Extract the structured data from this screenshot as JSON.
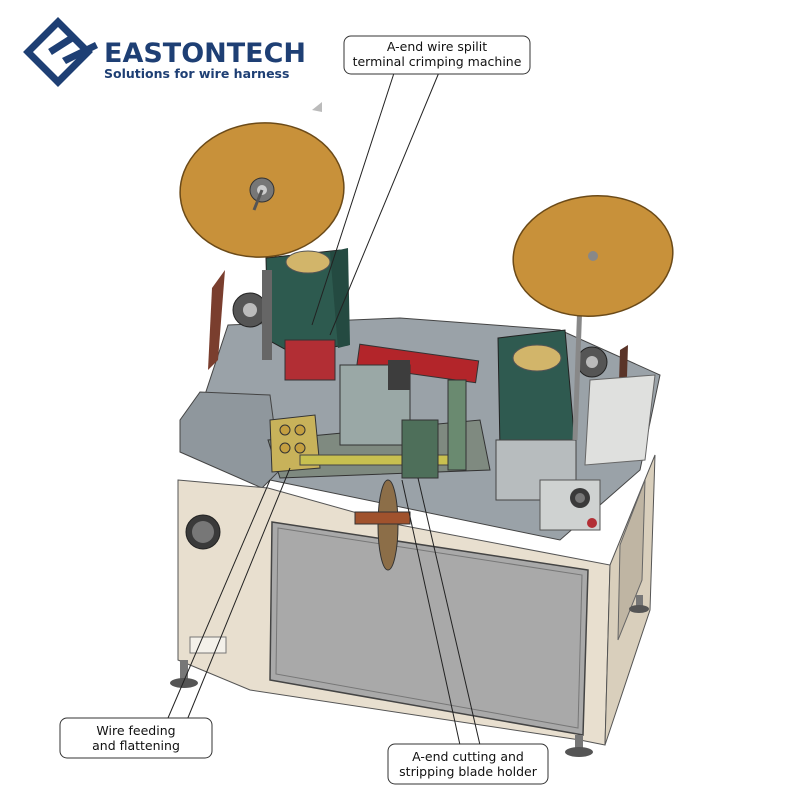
{
  "brand": {
    "name": "EASTONTECH",
    "tagline": "Solutions for wire harness",
    "color": "#1e3f74"
  },
  "callouts": [
    {
      "id": "crimping-machine",
      "lines": [
        "A-end wire spilit",
        "terminal crimping machine"
      ]
    },
    {
      "id": "wire-feeding",
      "lines": [
        "Wire feeding",
        "and flattening"
      ]
    },
    {
      "id": "blade-holder",
      "lines": [
        "A-end cutting and",
        "stripping blade holder"
      ]
    }
  ],
  "colors": {
    "reel": "#c8913a",
    "frame": "#e6dccb",
    "panel": "#a8a8a8",
    "module": "#2f5a50",
    "table": "#8e969c"
  }
}
